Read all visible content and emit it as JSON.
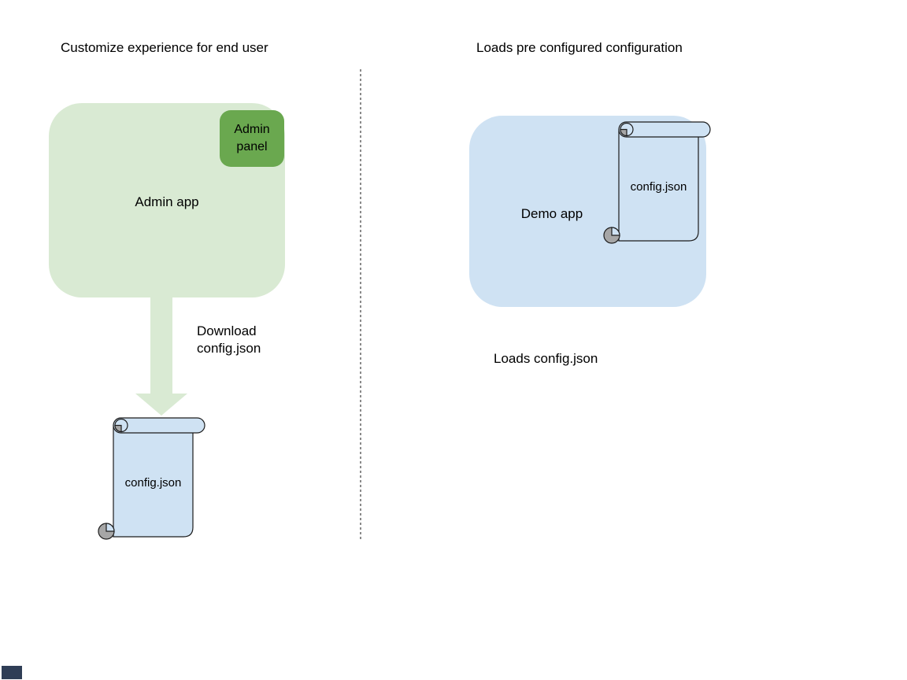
{
  "palette": {
    "light_green": "#d9ead3",
    "dark_green": "#6aa84f",
    "light_blue": "#cfe2f3",
    "stroke": "#1c1c1c",
    "curl_gray": "#a6a6a6",
    "divider_gray": "#8a8a8a",
    "corner_accent": "#2f3e56",
    "text": "#000000"
  },
  "left": {
    "title": "Customize experience for end user",
    "admin_app": {
      "label": "Admin app"
    },
    "admin_panel": {
      "label": "Admin panel"
    },
    "download_arrow": {
      "line1": "Download",
      "line2": "config.json"
    },
    "config_file": {
      "label": "config.json"
    }
  },
  "right": {
    "title": "Loads pre configured configuration",
    "demo_app": {
      "label": "Demo app"
    },
    "config_file": {
      "label": "config.json"
    },
    "caption": "Loads config.json"
  }
}
